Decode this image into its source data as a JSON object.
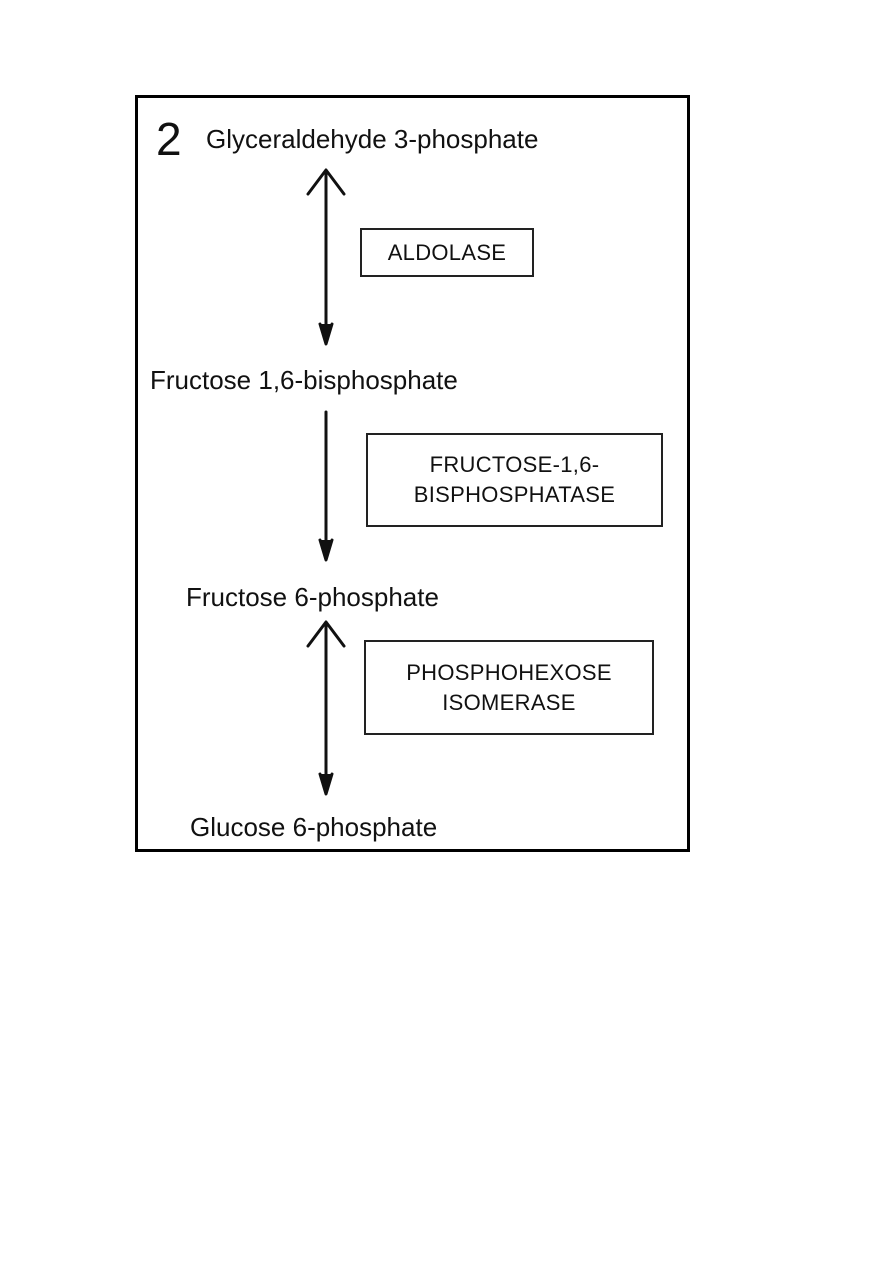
{
  "panel_number": "2",
  "compounds": [
    "Glyceraldehyde 3-phosphate",
    "Fructose 1,6-bisphosphate",
    "Fructose 6-phosphate",
    "Glucose 6-phosphate"
  ],
  "enzymes": [
    {
      "lines": [
        "ALDOLASE"
      ]
    },
    {
      "lines": [
        "FRUCTOSE-1,6-",
        "BISPHOSPHATASE"
      ]
    },
    {
      "lines": [
        "PHOSPHOHEXOSE",
        "ISOMERASE"
      ]
    }
  ],
  "steps": [
    {
      "from": "Fructose 1,6-bisphosphate",
      "to": "Glyceraldehyde 3-phosphate",
      "direction": "reversible",
      "enzyme": "ALDOLASE"
    },
    {
      "from": "Fructose 1,6-bisphosphate",
      "to": "Fructose 6-phosphate",
      "direction": "forward",
      "enzyme": "FRUCTOSE-1,6-BISPHOSPHATASE"
    },
    {
      "from": "Fructose 6-phosphate",
      "to": "Glucose 6-phosphate",
      "direction": "reversible",
      "enzyme": "PHOSPHOHEXOSE ISOMERASE"
    }
  ],
  "colors": {
    "ink": "#111111",
    "background": "#ffffff",
    "frame": "#000000"
  }
}
